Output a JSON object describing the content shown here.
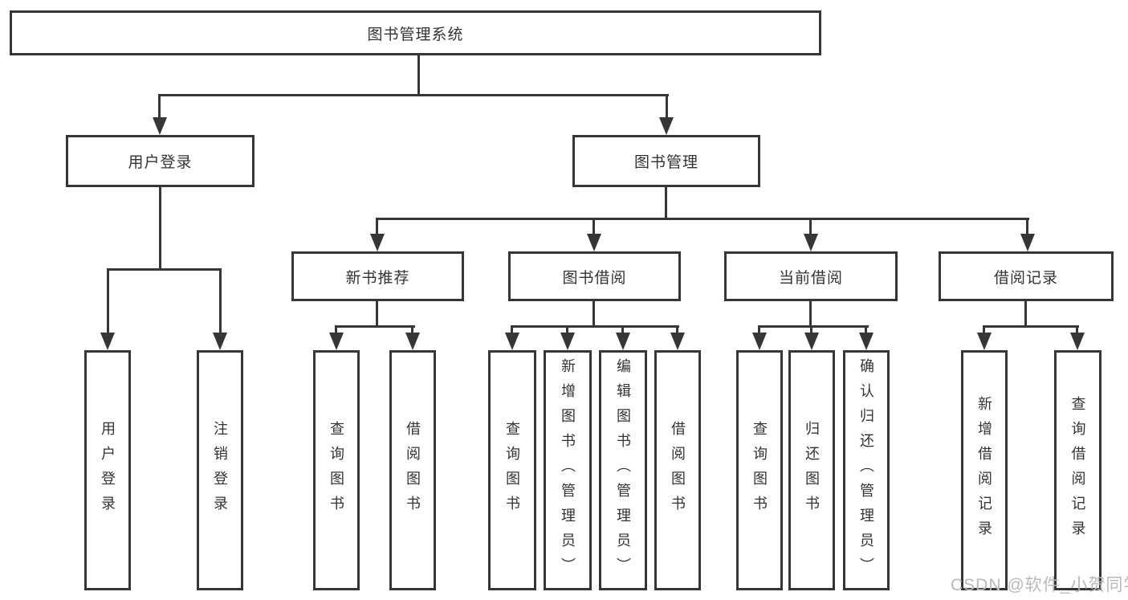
{
  "tree": {
    "root": {
      "label": "图书管理系统",
      "children": [
        {
          "label": "用户登录",
          "children": [
            {
              "label": "用户登录"
            },
            {
              "label": "注销登录"
            }
          ]
        },
        {
          "label": "图书管理",
          "children": [
            {
              "label": "新书推荐",
              "children": [
                {
                  "label": "查询图书"
                },
                {
                  "label": "借阅图书"
                }
              ]
            },
            {
              "label": "图书借阅",
              "children": [
                {
                  "label": "查询图书"
                },
                {
                  "label": "新增图书（管理员）"
                },
                {
                  "label": "编辑图书（管理员）"
                },
                {
                  "label": "借阅图书"
                }
              ]
            },
            {
              "label": "当前借阅",
              "children": [
                {
                  "label": "查询图书"
                },
                {
                  "label": "归还图书"
                },
                {
                  "label": "确认归还（管理员）"
                }
              ]
            },
            {
              "label": "借阅记录",
              "children": [
                {
                  "label": "新增借阅记录"
                },
                {
                  "label": "查询借阅记录"
                }
              ]
            }
          ]
        }
      ]
    }
  },
  "watermark": {
    "text": "CSDN @软件_小贺同学"
  }
}
